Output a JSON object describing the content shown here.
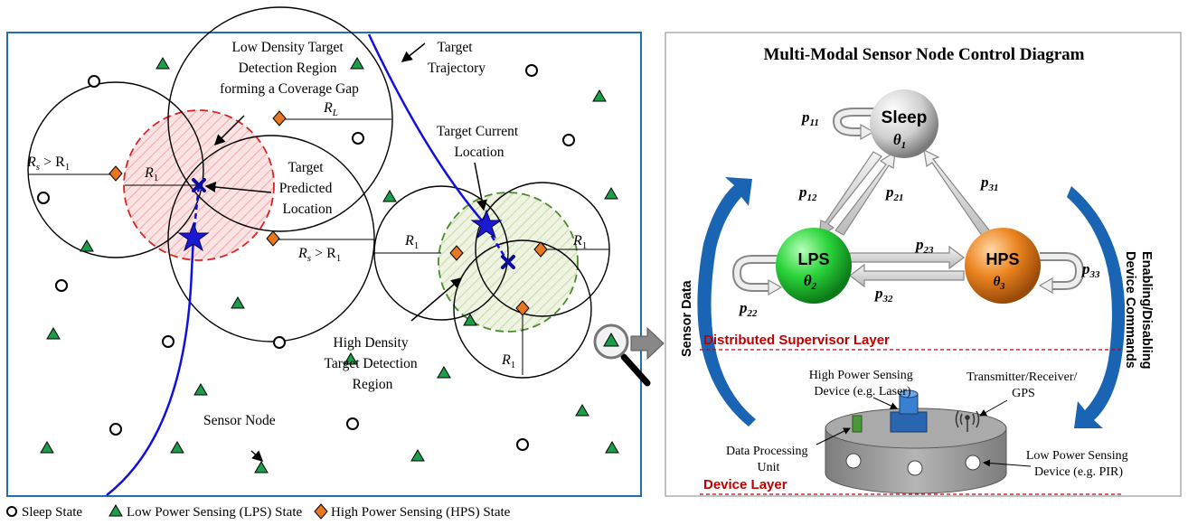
{
  "colors": {
    "panel_border": "#1f6fb2",
    "trajectory": "#1010e0",
    "lps_triangle": "#1a9e4a",
    "hps_diamond": "#e87722",
    "low_density_region": "#e02020",
    "high_density_region": "#4a8a2a",
    "sleep_sphere": "#d8d8d8",
    "lps_sphere": "#22c83c",
    "hps_sphere": "#e87a1a",
    "layer_label": "#c00000",
    "side_arrow": "#1a64b4",
    "device_body": "#9a9a9a"
  },
  "left_panel": {
    "low_density_label": [
      "Low Density Target",
      "Detection Region",
      "forming a Coverage Gap"
    ],
    "target_trajectory_label": [
      "Target",
      "Trajectory"
    ],
    "target_current_label": [
      "Target Current",
      "Location"
    ],
    "target_predicted_label": [
      "Target",
      "Predicted",
      "Location"
    ],
    "high_density_label": [
      "High Density",
      "Target Detection",
      "Region"
    ],
    "sensor_node_label": "Sensor Node",
    "radius_labels": {
      "r_l": "R",
      "r_l_sub": "L",
      "r_s_gt_r1": "R",
      "r_s_sub": "s",
      "gt_r1": " > R",
      "r1": "R",
      "r1_sub": "1"
    }
  },
  "legend": {
    "sleep": "Sleep State",
    "lps": "Low Power Sensing (LPS) State",
    "hps": "High Power Sensing (HPS) State"
  },
  "right_panel": {
    "title": "Multi-Modal Sensor Node Control Diagram",
    "states": {
      "sleep": {
        "name": "Sleep",
        "theta": "θ",
        "sub": "1"
      },
      "lps": {
        "name": "LPS",
        "theta": "θ",
        "sub": "2"
      },
      "hps": {
        "name": "HPS",
        "theta": "θ",
        "sub": "3"
      }
    },
    "transitions": {
      "p11": {
        "p": "p",
        "sub": "11"
      },
      "p12": {
        "p": "p",
        "sub": "12"
      },
      "p21": {
        "p": "p",
        "sub": "21"
      },
      "p31": {
        "p": "p",
        "sub": "31"
      },
      "p23": {
        "p": "p",
        "sub": "23"
      },
      "p32": {
        "p": "p",
        "sub": "32"
      },
      "p22": {
        "p": "p",
        "sub": "22"
      },
      "p33": {
        "p": "p",
        "sub": "33"
      }
    },
    "sensor_data_label": "Sensor Data",
    "commands_label": [
      "Enabling/Disabling",
      "Device Commands"
    ],
    "supervisor_layer": "Distributed Supervisor Layer",
    "device_layer": "Device Layer",
    "device_labels": {
      "high_power": [
        "High Power Sensing",
        "Device (e.g. Laser)"
      ],
      "transmitter": [
        "Transmitter/Receiver/",
        "GPS"
      ],
      "data_processing": [
        "Data Processing",
        "Unit"
      ],
      "low_power": [
        "Low Power Sensing",
        "Device (e.g. PIR)"
      ]
    }
  }
}
